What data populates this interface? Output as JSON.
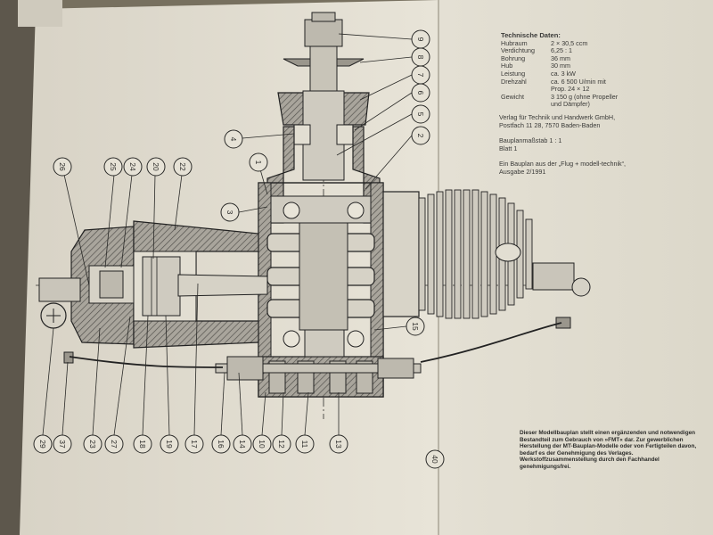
{
  "specs": {
    "title": "Technische Daten:",
    "rows": [
      {
        "key": "Hubraum",
        "value": "2 × 30,5 ccm"
      },
      {
        "key": "Verdichtung",
        "value": "6,25 : 1"
      },
      {
        "key": "Bohrung",
        "value": "36 mm"
      },
      {
        "key": "Hub",
        "value": "30 mm"
      },
      {
        "key": "Leistung",
        "value": "ca. 3 kW"
      },
      {
        "key": "Drehzahl",
        "value": "ca. 6 500 U/min mit"
      },
      {
        "key": "",
        "value": "Prop. 24 × 12"
      },
      {
        "key": "Gewicht",
        "value": "3 150 g (ohne Propeller"
      },
      {
        "key": "",
        "value": "und Dämpfer)"
      }
    ]
  },
  "publisher": {
    "line1": "Verlag für Technik und Handwerk GmbH,",
    "line2": "Postfach 11 28, 7570 Baden-Baden",
    "scale1": "Bauplanmaßstab 1 : 1",
    "scale2": "Blatt 1",
    "source1": "Ein Bauplan aus der „Flug + modell-technik“,",
    "source2": "Ausgabe 2/1991"
  },
  "notice": "Dieser Modellbauplan stellt einen ergänzenden und notwendigen Bestandteil zum Gebrauch von »FMT« dar. Zur gewerblichen Herstellung der MT-Bauplan-Modelle oder von Fertigteilen davon, bedarf es der Genehmigung des Verlages. Werkstoffzusammenstellung durch den Fachhandel genehmigungsfrei.",
  "callouts": {
    "c9": "9",
    "c8": "8",
    "c7": "7",
    "c6": "6",
    "c5": "5",
    "c4": "4",
    "c2": "2",
    "c1": "1",
    "c3": "3",
    "c26": "26",
    "c25": "25",
    "c24": "24",
    "c20": "20",
    "c22": "22",
    "c15": "15",
    "c29": "29",
    "c37": "37",
    "c23": "23",
    "c27": "27",
    "c18": "18",
    "c19": "19",
    "c17": "17",
    "c16": "16",
    "c14": "14",
    "c10": "10",
    "c12": "12",
    "c11": "11",
    "c13": "13",
    "c40": "40"
  }
}
